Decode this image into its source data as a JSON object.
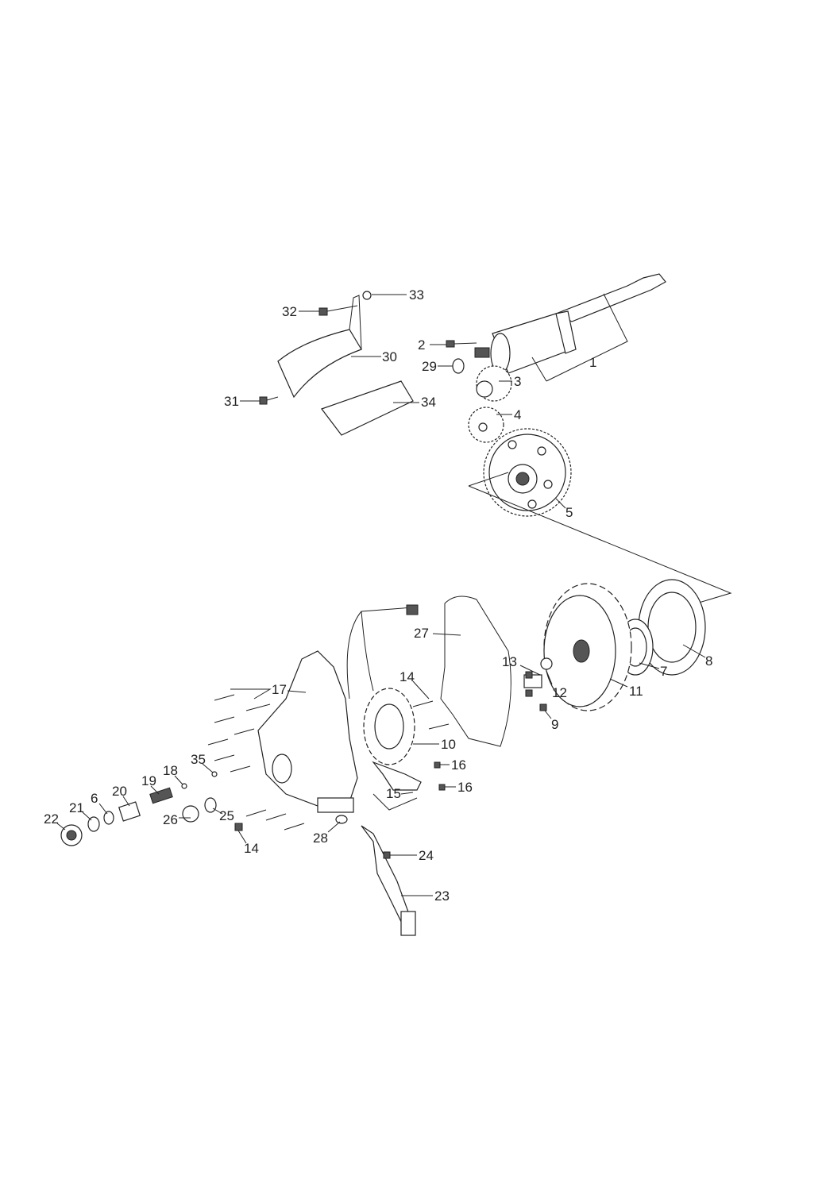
{
  "diagram": {
    "type": "exploded-parts-view",
    "callouts": {
      "p1": "1",
      "p2": "2",
      "p3": "3",
      "p4": "4",
      "p5": "5",
      "p6": "6",
      "p7": "7",
      "p8": "8",
      "p9": "9",
      "p10": "10",
      "p11": "11",
      "p12": "12",
      "p13": "13",
      "p14a": "14",
      "p14b": "14",
      "p15": "15",
      "p16a": "16",
      "p16b": "16",
      "p17": "17",
      "p18": "18",
      "p19": "19",
      "p20": "20",
      "p21": "21",
      "p22": "22",
      "p23": "23",
      "p24": "24",
      "p25": "25",
      "p26": "26",
      "p27": "27",
      "p28": "28",
      "p29": "29",
      "p30": "30",
      "p31": "31",
      "p32": "32",
      "p33": "33",
      "p34": "34",
      "p35": "35"
    }
  }
}
